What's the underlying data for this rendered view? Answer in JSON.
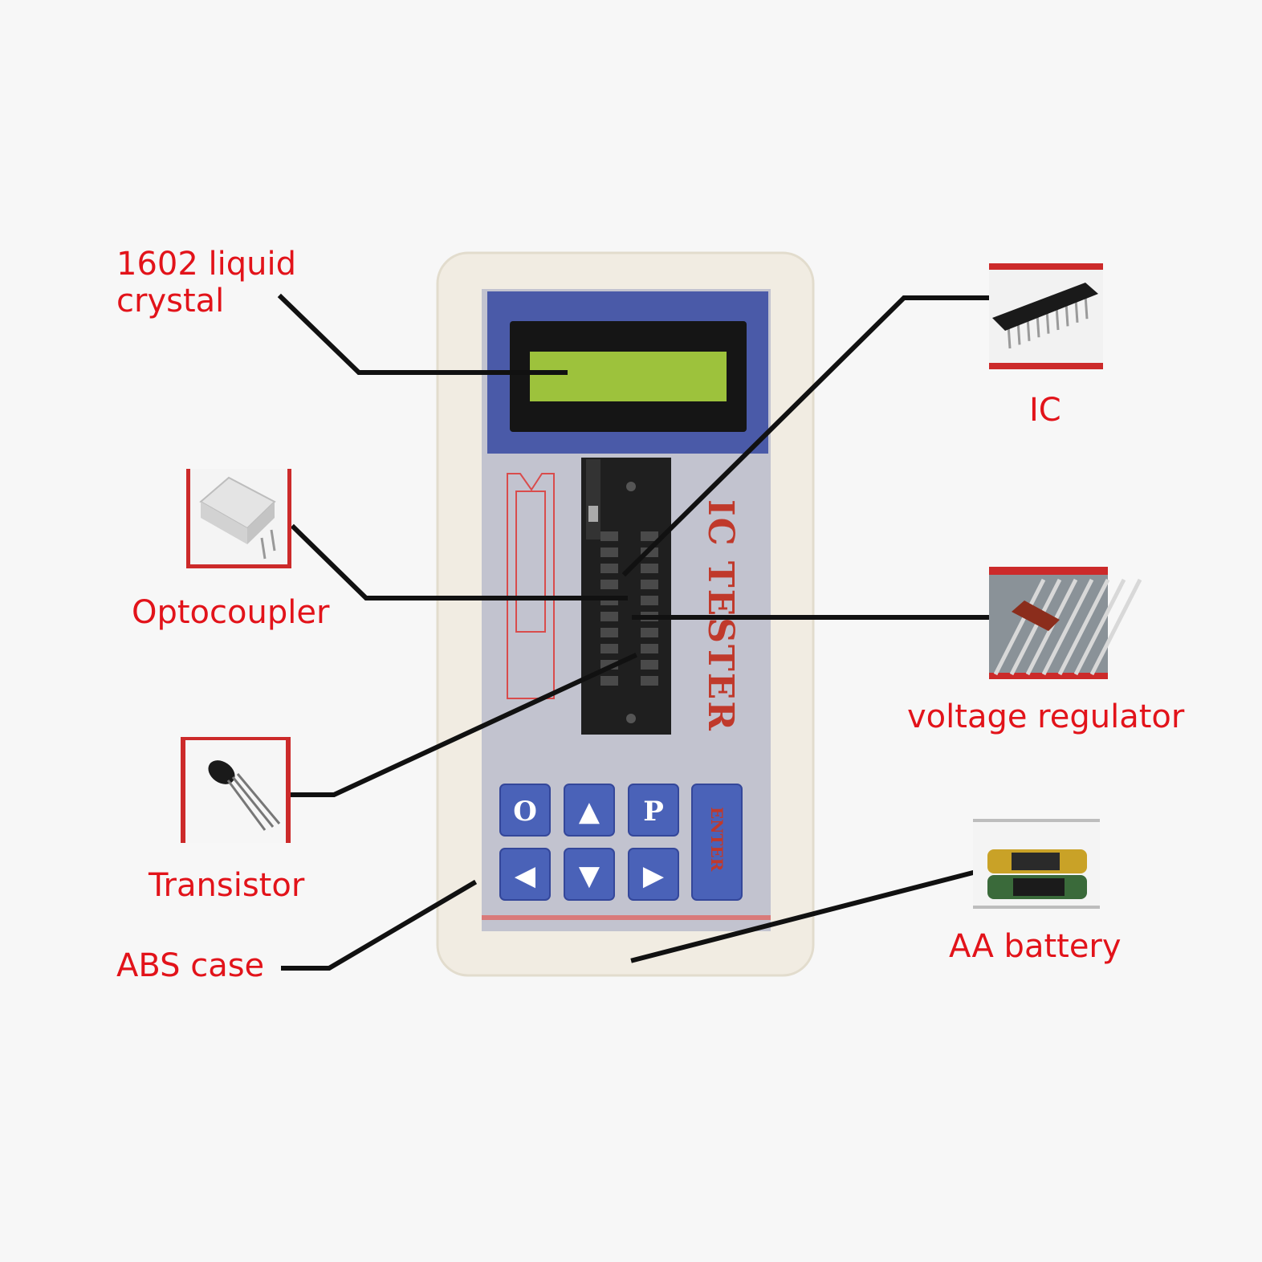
{
  "callouts": {
    "lcd": {
      "line1": "1602 liquid",
      "line2": "crystal"
    },
    "ic": "IC",
    "optocoupler": "Optocoupler",
    "voltage_regulator": "voltage regulator",
    "transistor": "Transistor",
    "battery": "AA battery",
    "case": "ABS case"
  },
  "device": {
    "brand": "IC TESTER",
    "keys": [
      "O",
      "▲",
      "P",
      "◀",
      "▼",
      "▶"
    ],
    "enter_key": "ENTER"
  },
  "colors": {
    "label_red": "#e2131a",
    "case_body": "#f1ece2",
    "faceplate_grey": "#c2c3cf",
    "display_blue": "#4a5aa8",
    "lcd_green": "#9dc23c",
    "key_blue": "#4a62b8"
  }
}
